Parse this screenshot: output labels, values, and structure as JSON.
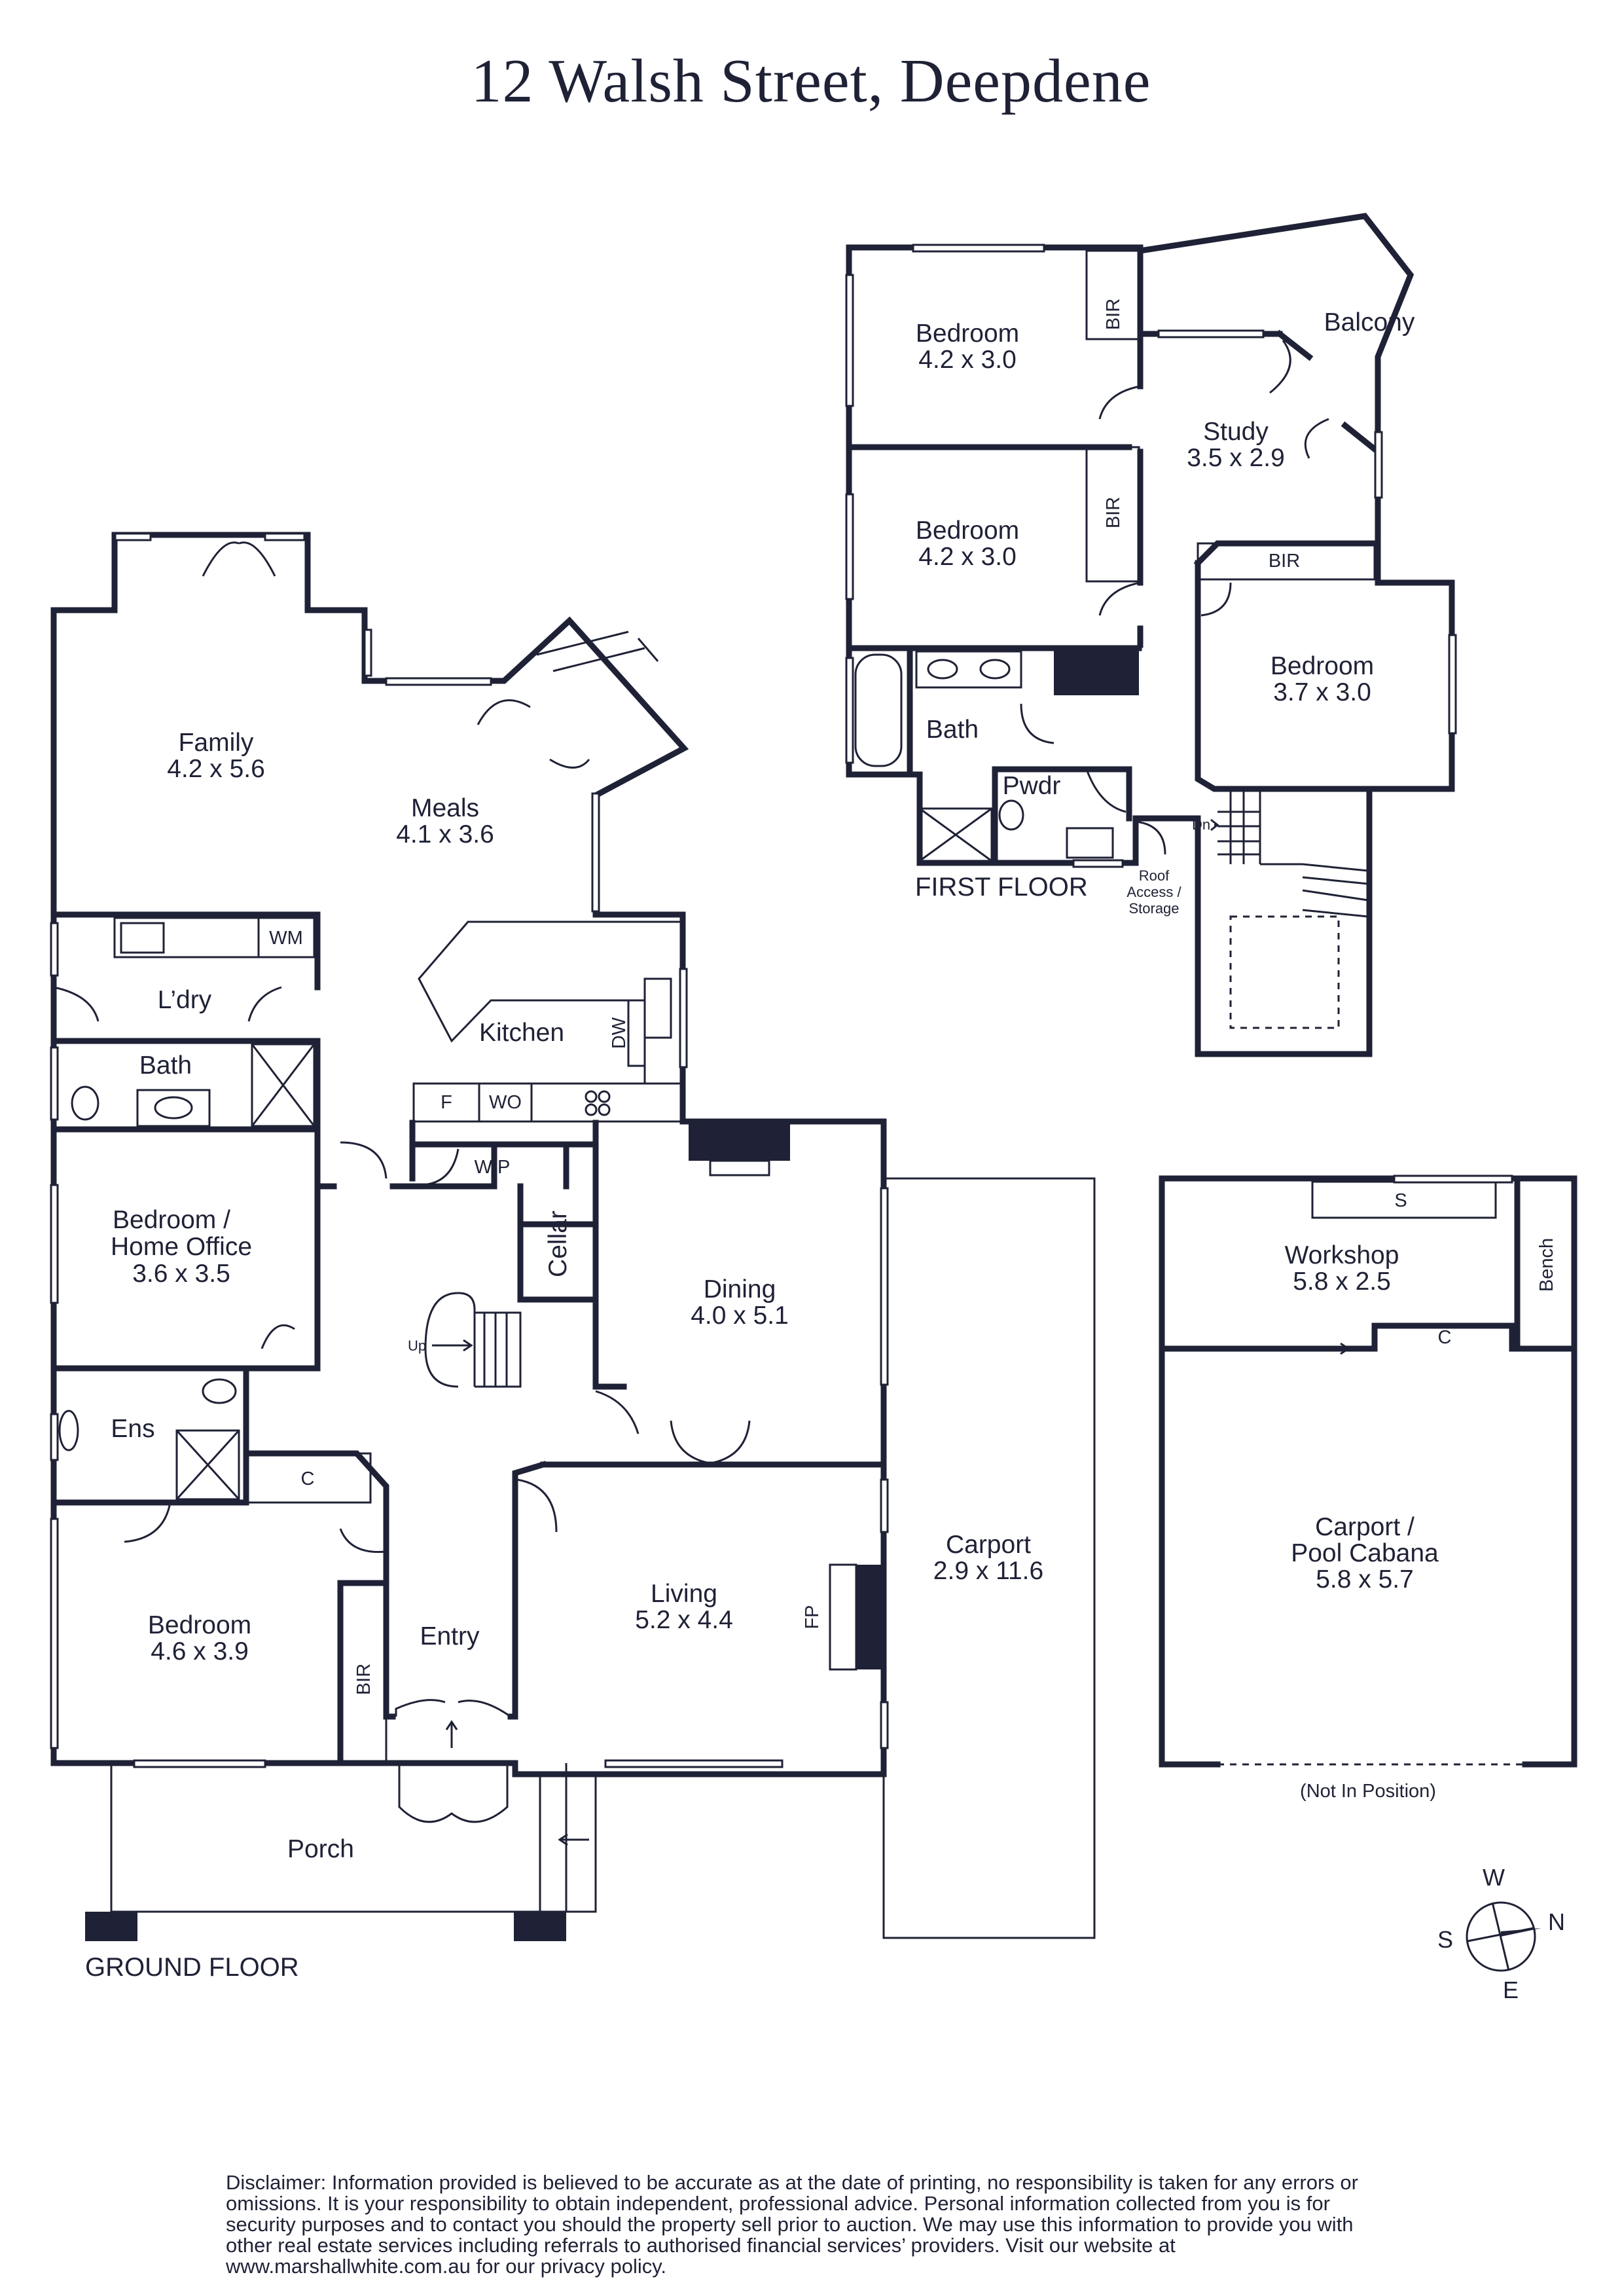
{
  "title": "12 Walsh Street, Deepdene",
  "floors": {
    "ground": "GROUND FLOOR",
    "first": "FIRST FLOOR"
  },
  "rooms": {
    "family": {
      "name": "Family",
      "dims": "4.2 x 5.6"
    },
    "meals": {
      "name": "Meals",
      "dims": "4.1 x 3.6"
    },
    "kitchen": {
      "name": "Kitchen"
    },
    "laundry": {
      "name": "L’dry"
    },
    "bath_ground": {
      "name": "Bath"
    },
    "bedroom_office": {
      "name1": "Bedroom /",
      "name2": "Home Office",
      "dims": "3.6 x 3.5"
    },
    "ensuite": {
      "name": "Ens"
    },
    "bedroom_ground": {
      "name": "Bedroom",
      "dims": "4.6 x 3.9"
    },
    "entry": {
      "name": "Entry"
    },
    "porch": {
      "name": "Porch"
    },
    "dining": {
      "name": "Dining",
      "dims": "4.0 x 5.1"
    },
    "living": {
      "name": "Living",
      "dims": "5.2 x 4.4"
    },
    "cellar": {
      "name": "Cellar"
    },
    "carport": {
      "name": "Carport",
      "dims": "2.9 x 11.6"
    },
    "bedroom_f1": {
      "name": "Bedroom",
      "dims": "4.2 x 3.0"
    },
    "bedroom_f2": {
      "name": "Bedroom",
      "dims": "4.2 x 3.0"
    },
    "bedroom_f3": {
      "name": "Bedroom",
      "dims": "3.7 x 3.0"
    },
    "study": {
      "name": "Study",
      "dims": "3.5 x 2.9"
    },
    "balcony": {
      "name": "Balcony"
    },
    "bath_first": {
      "name": "Bath"
    },
    "powder": {
      "name": "Pwdr"
    },
    "roof_access": {
      "line1": "Roof",
      "line2": "Access /",
      "line3": "Storage"
    },
    "workshop": {
      "name": "Workshop",
      "dims": "5.8 x 2.5"
    },
    "carport_cabana": {
      "name1": "Carport /",
      "name2": "Pool Cabana",
      "dims": "5.8 x 5.7"
    }
  },
  "fixtures": {
    "wm": "WM",
    "dw": "DW",
    "f": "F",
    "wo": "WO",
    "wip": "WIP",
    "fp": "FP",
    "bir": "BIR",
    "c": "C",
    "up": "Up",
    "dn": "Dn",
    "s": "S",
    "bench": "Bench"
  },
  "not_in_position": "(Not In Position)",
  "compass": {
    "n": "N",
    "s": "S",
    "e": "E",
    "w": "W"
  },
  "disclaimer": "Disclaimer: Information provided is believed to be accurate as at the date of printing, no responsibility is taken for any errors or omissions. It is your responsibility to obtain independent, professional advice. Personal information collected from you is for security purposes and to contact you should the property sell prior to auction. We may use this information to provide you with other real estate services including referrals to authorised financial services’ providers. Visit our website at www.marshallwhite.com.au for our privacy policy.",
  "colors": {
    "ink": "#1f2236",
    "paper": "#ffffff"
  }
}
